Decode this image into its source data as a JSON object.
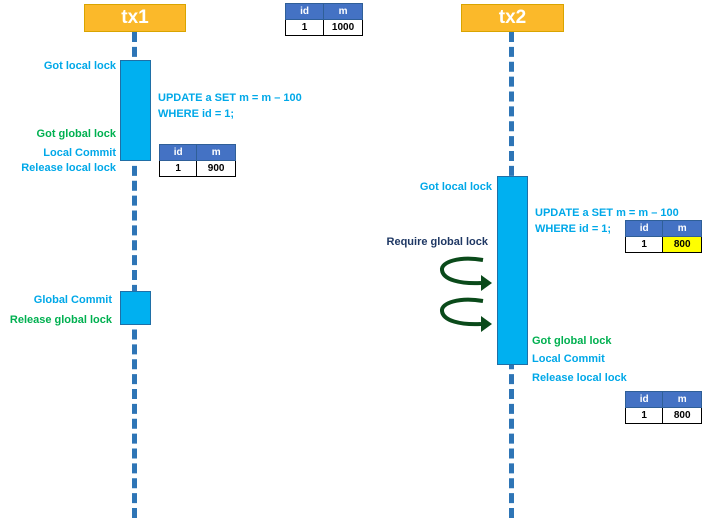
{
  "colors": {
    "header_fill": "#fbb92a",
    "lifeline": "#2e75b6",
    "activation": "#00b0f0",
    "cyan_text": "#00a8e8",
    "green_text": "#00b050",
    "navy_text": "#1f3864",
    "table_header": "#4472c4",
    "highlight": "#ffff00",
    "spin_arrow": "#0a4a1a"
  },
  "tx1": {
    "title": "tx1",
    "got_local_lock": "Got local lock",
    "statement_line1": "UPDATE a SET m = m – 100",
    "statement_line2": "WHERE id = 1;",
    "got_global_lock": "Got global lock",
    "local_commit": "Local Commit",
    "release_local_lock": "Release local lock",
    "global_commit": "Global Commit",
    "release_global_lock": "Release global lock"
  },
  "tx2": {
    "title": "tx2",
    "got_local_lock": "Got local lock",
    "statement_line1": "UPDATE a SET m = m – 100",
    "statement_line2": "WHERE id = 1;",
    "require_global_lock": "Require global lock",
    "got_global_lock": "Got global lock",
    "local_commit": "Local Commit",
    "release_local_lock": "Release local lock"
  },
  "tables": {
    "initial": {
      "col_id": "id",
      "col_m": "m",
      "id": "1",
      "m": "1000"
    },
    "after_tx1": {
      "col_id": "id",
      "col_m": "m",
      "id": "1",
      "m": "900"
    },
    "tx2_pending": {
      "col_id": "id",
      "col_m": "m",
      "id": "1",
      "m": "800"
    },
    "final": {
      "col_id": "id",
      "col_m": "m",
      "id": "1",
      "m": "800"
    }
  }
}
